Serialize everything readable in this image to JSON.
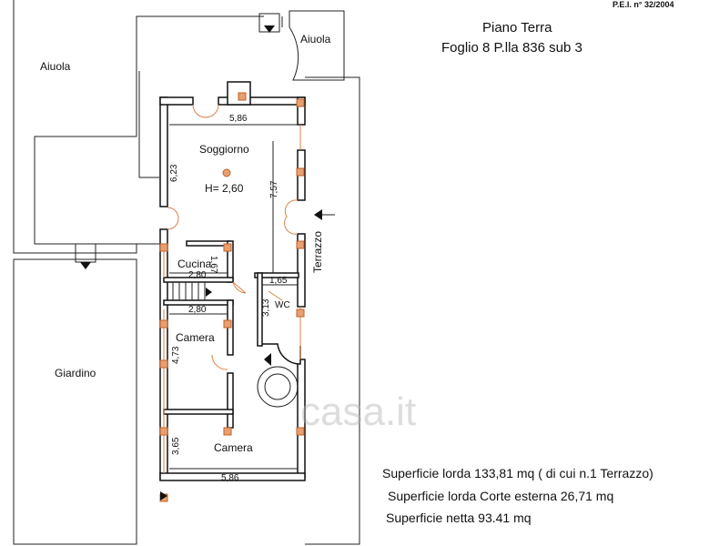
{
  "header": {
    "permit": "P.E.I. n° 32/2004",
    "title": "Piano Terra",
    "cadastral": "Foglio 8 P.lla 836 sub 3"
  },
  "rooms": {
    "aiuola_left": "Aiuola",
    "aiuola_top": "Aiuola",
    "soggiorno": "Soggiorno",
    "height": "H= 2,60",
    "cucina": "Cucina",
    "wc": "WC",
    "camera1": "Camera",
    "camera2": "Camera",
    "giardino": "Giardino",
    "terrazzo": "Terrazzo"
  },
  "dimensions": {
    "soggiorno_width": "5,86",
    "soggiorno_left": "6,23",
    "soggiorno_right": "7,57",
    "cucina_depth": "1,67",
    "cucina_width": "2,80",
    "stair_width": "2,80",
    "wc_width": "1,65",
    "wc_depth": "3,13",
    "camera1_depth": "4,73",
    "camera2_depth": "3,65",
    "bottom_width": "5,86"
  },
  "summary": [
    "Superficie lorda 133,81 mq ( di cui n.1 Terrazzo)",
    "Superficie lorda Corte esterna 26,71 mq",
    "Superficie netta 93.41 mq"
  ],
  "watermark": "casa.it"
}
